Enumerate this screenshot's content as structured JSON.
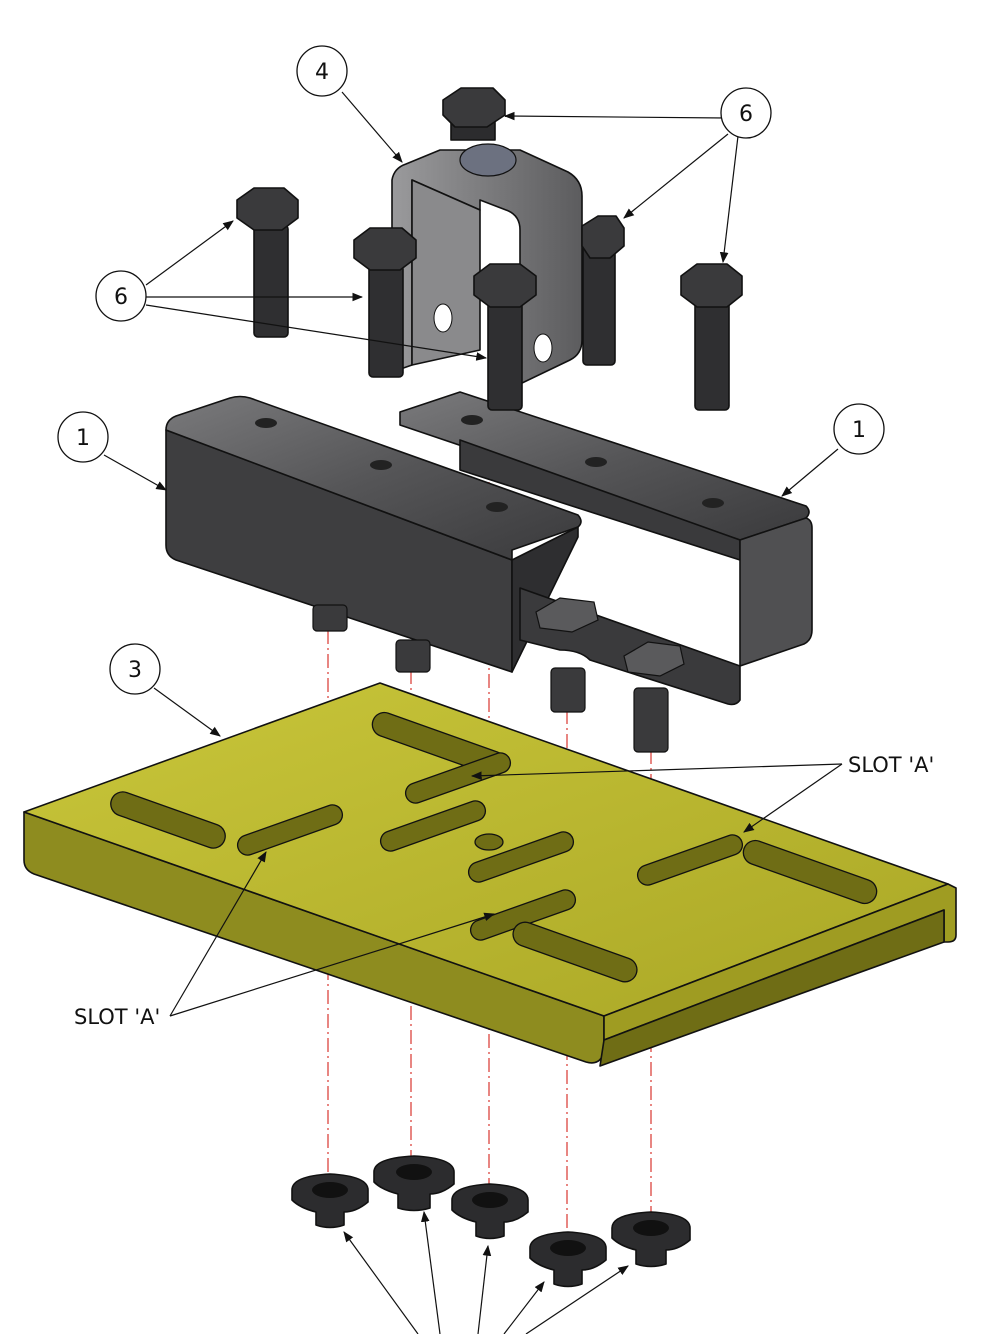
{
  "balloons": [
    {
      "id": "b-4",
      "text": "4"
    },
    {
      "id": "b-6-top",
      "text": "6"
    },
    {
      "id": "b-6-left",
      "text": "6"
    },
    {
      "id": "b-1-left",
      "text": "1"
    },
    {
      "id": "b-1-right",
      "text": "1"
    },
    {
      "id": "b-3",
      "text": "3"
    }
  ],
  "callouts": {
    "slot_right": "SLOT 'A'",
    "slot_left": "SLOT 'A'"
  },
  "colors": {
    "plate": "#b7b52d",
    "plate_dark": "#8e8c1f",
    "steel": "#4a4a4c",
    "steel_light": "#707072",
    "bolt": "#303032",
    "centerline": "#d8362f"
  }
}
